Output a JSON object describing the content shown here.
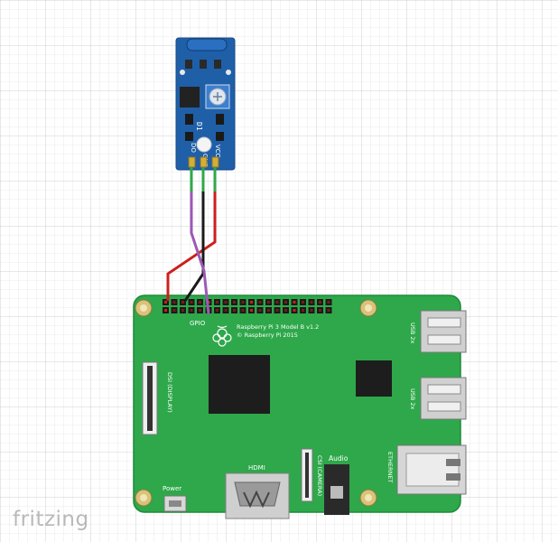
{
  "canvas": {
    "background": "#ffffff",
    "grid_color": "#d9d9d9",
    "grid_major_color": "#c6c6c6"
  },
  "branding": {
    "text": "fritzing"
  },
  "sensor": {
    "pcb_color": "#1f5fa8",
    "pin_labels": [
      "DO",
      "GND",
      "VCC"
    ],
    "chip_label": "D1"
  },
  "raspberry_pi": {
    "pcb_color": "#2ea84a",
    "model_line1": "Raspberry Pi 3 Model B v1.2",
    "model_line2": "© Raspberry Pi 2015",
    "gpio_label": "GPIO",
    "dsi_label": "DSI (DISPLAY)",
    "csi_label": "CSI (CAMERA)",
    "hdmi_label": "HDMI",
    "audio_label": "Audio",
    "power_label": "Power",
    "ethernet_label": "ETHERNET",
    "usb_labels": [
      "USB 2x",
      "USB 2x"
    ]
  },
  "wires": [
    {
      "name": "signal-wire",
      "color": "#9b59b6"
    },
    {
      "name": "ground-wire",
      "color": "#1a1a1a"
    },
    {
      "name": "power-wire",
      "color": "#cc1f1f"
    }
  ]
}
